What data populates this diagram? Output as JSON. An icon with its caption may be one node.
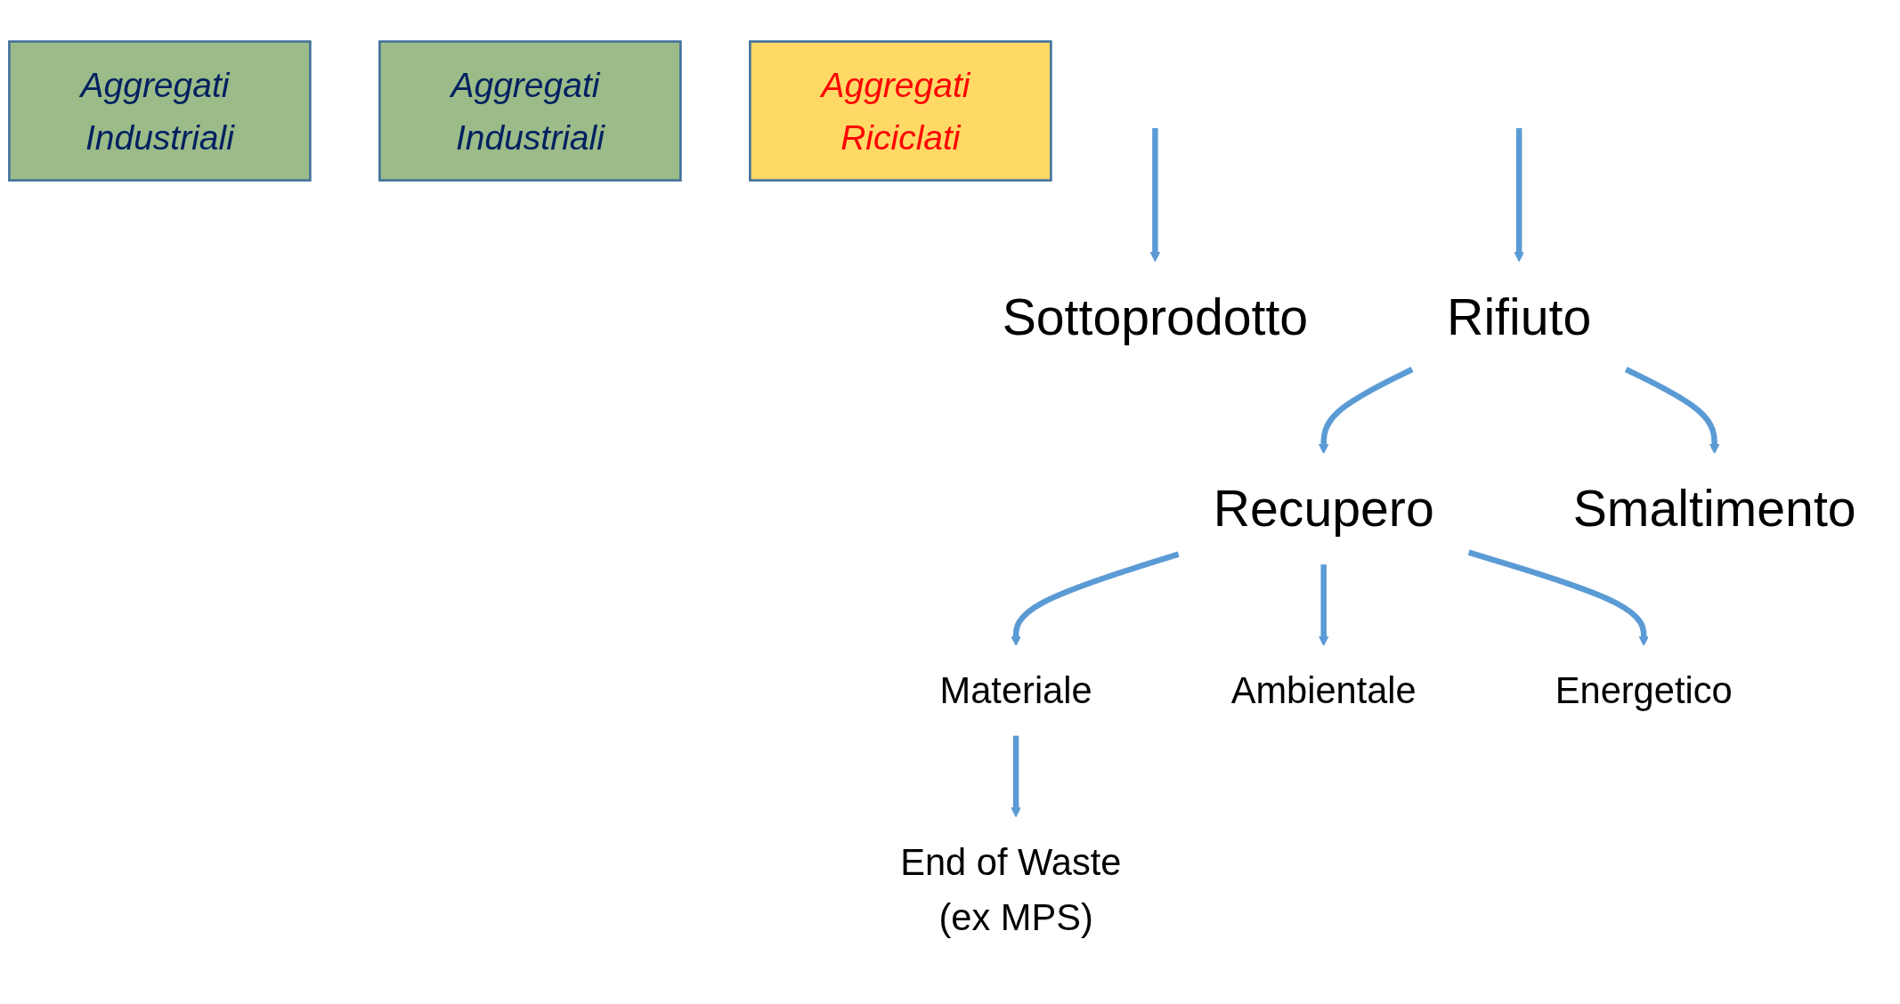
{
  "diagram": {
    "nodes": [
      {
        "text": [
          "Sottoprodotto"
        ]
      },
      {
        "text": [
          "Aggregati Industriali"
        ]
      },
      {
        "text": [
          "Rifiuto"
        ]
      },
      {
        "text": [
          "Recupero"
        ]
      },
      {
        "text": [
          "Smaltimento"
        ]
      },
      {
        "text": [
          "Materiale"
        ]
      },
      {
        "text": [
          "Ambientale"
        ]
      },
      {
        "text": [
          "Energetico"
        ]
      },
      {
        "text": [
          "End of Waste (ex MPS)"
        ]
      },
      {
        "text": [
          "Aggregati Industriali"
        ]
      },
      {
        "text": [
          "Aggregati Riciclati"
        ]
      }
    ],
    "edges": [
      {
        "from": null,
        "to": 0,
        "arrow": "to"
      },
      {
        "from": null,
        "to": 2,
        "arrow": "to"
      },
      {
        "from": 2,
        "to": 3,
        "arrow": "to"
      },
      {
        "from": 2,
        "to": 4,
        "arrow": "to"
      },
      {
        "from": 3,
        "to": 5,
        "arrow": "to"
      },
      {
        "from": 3,
        "to": 6,
        "arrow": "to"
      },
      {
        "from": 3,
        "to": 7,
        "arrow": "to"
      },
      {
        "from": 5,
        "to": 8,
        "arrow": "to"
      }
    ]
  }
}
